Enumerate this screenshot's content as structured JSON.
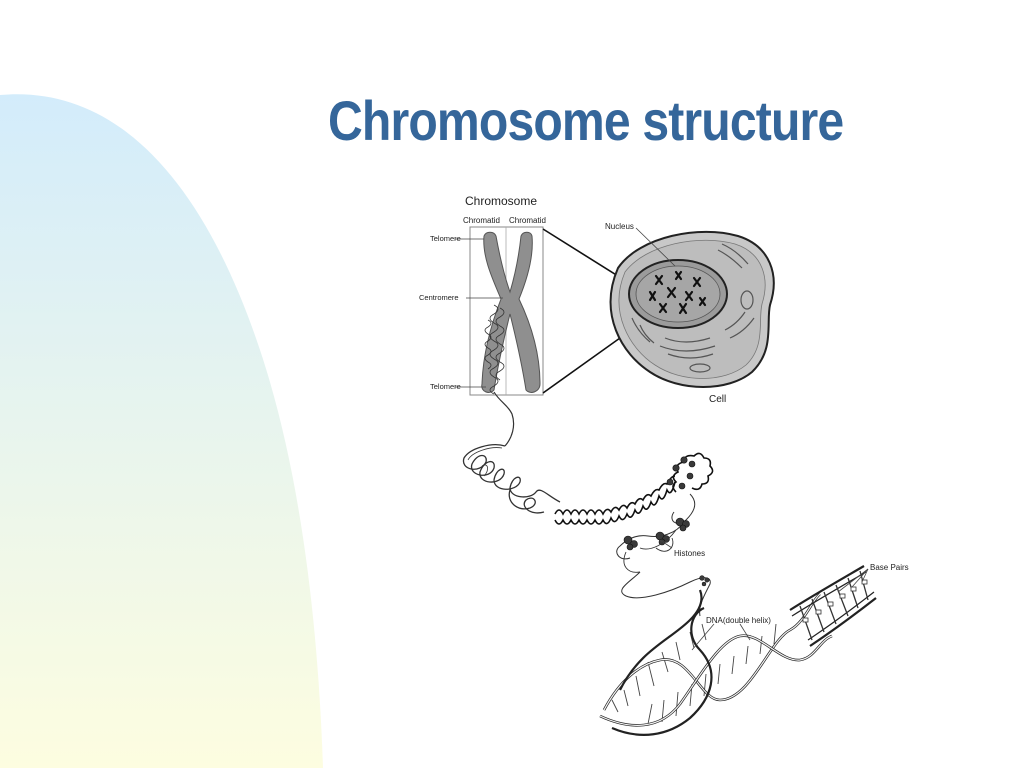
{
  "slide": {
    "title": "Chromosome structure",
    "title_color": "#35669a",
    "background_gradient": [
      "#d3ecfb",
      "#fdfde0"
    ]
  },
  "diagram": {
    "labels": {
      "chromosome": "Chromosome",
      "chromatid_left": "Chromatid",
      "chromatid_right": "Chromatid",
      "telomere_top": "Telomere",
      "centromere": "Centromere",
      "telomere_bottom": "Telomere",
      "nucleus": "Nucleus",
      "cell": "Cell",
      "histones": "Histones",
      "base_pairs": "Base Pairs",
      "dna": "DNA(double helix)"
    }
  }
}
